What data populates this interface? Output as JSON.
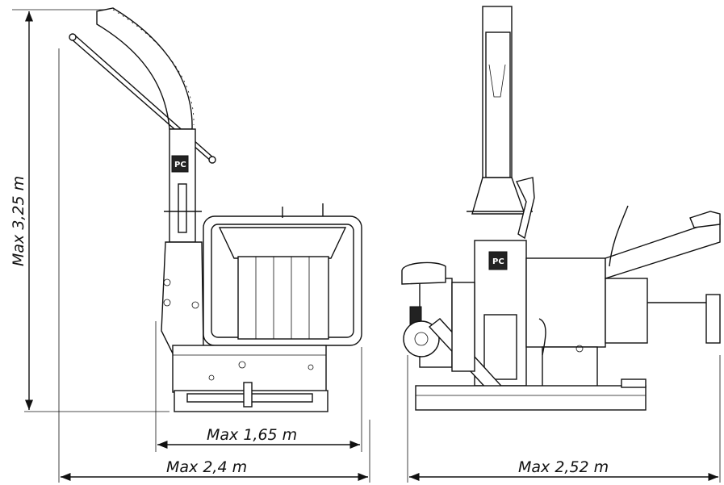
{
  "dimensions": {
    "height": "Max 3,25 m",
    "width_inner": "Max 1,65 m",
    "width_outer": "Max 2,4 m",
    "length": "Max 2,52 m"
  },
  "logo": {
    "front": "PC",
    "side": "PC"
  }
}
